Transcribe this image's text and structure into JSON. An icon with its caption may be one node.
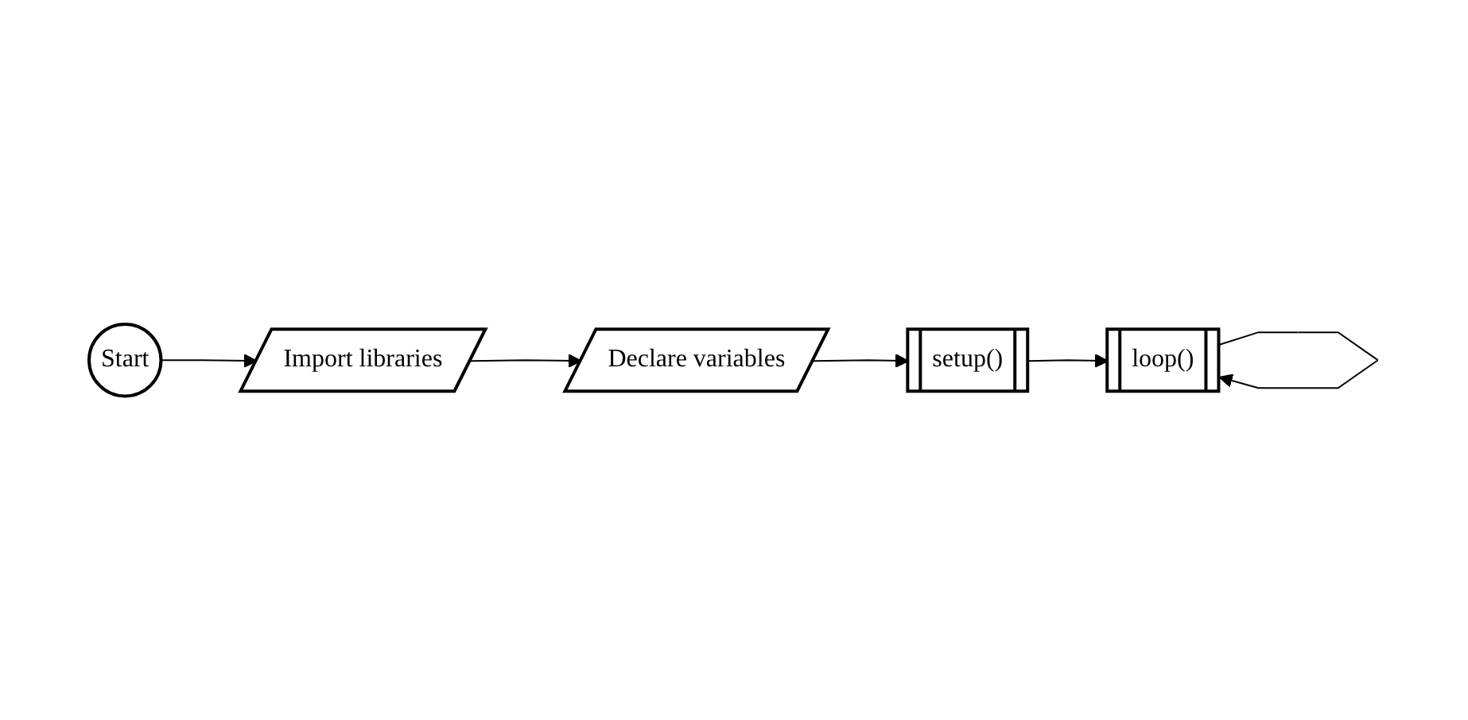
{
  "diagram": {
    "nodes": [
      {
        "text": [
          "Start"
        ]
      },
      {
        "text": [
          "Import libraries"
        ]
      },
      {
        "text": [
          "Declare variables"
        ]
      },
      {
        "text": [
          "loop()"
        ]
      },
      {
        "text": [
          "setup()"
        ]
      }
    ],
    "edges": [
      {
        "from": 0,
        "to": 1,
        "arrow": "to"
      },
      {
        "from": 1,
        "to": 2,
        "arrow": "to"
      },
      {
        "from": 2,
        "to": 4,
        "arrow": "to"
      },
      {
        "from": 4,
        "to": 3,
        "arrow": "to"
      },
      {
        "from": 3,
        "to": 3,
        "arrow": "to"
      }
    ]
  }
}
